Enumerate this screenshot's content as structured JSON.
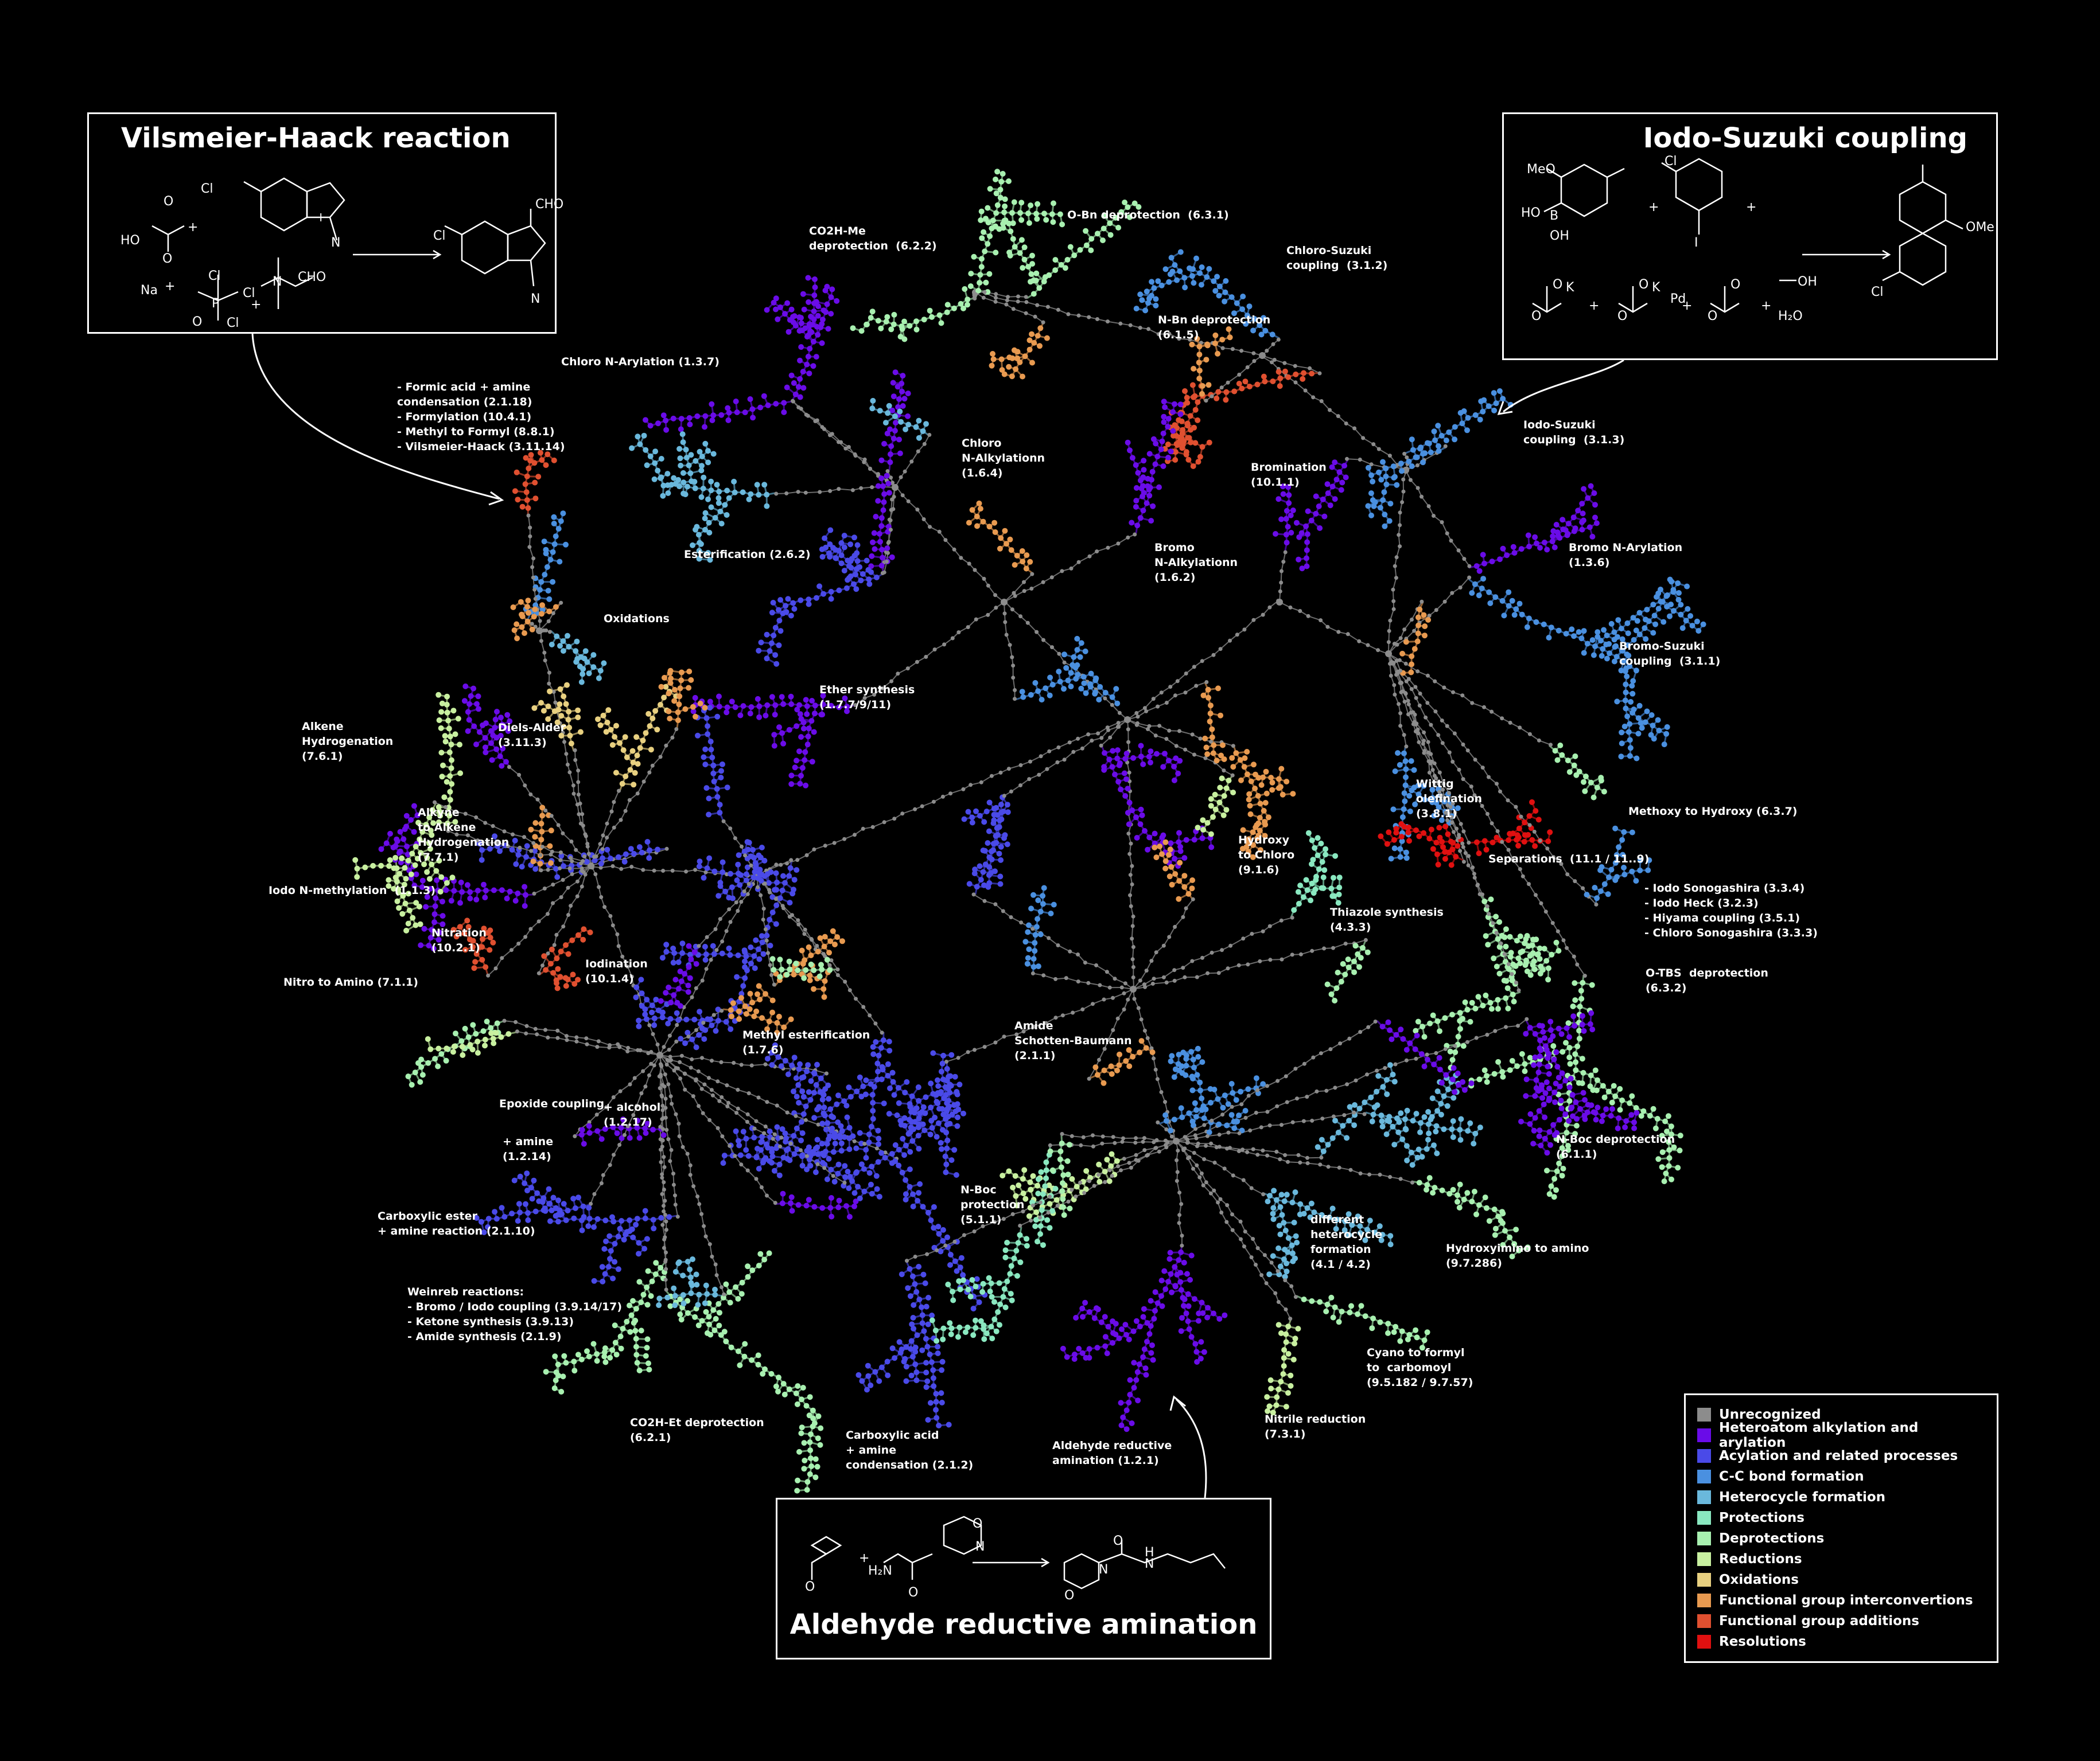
{
  "colors": {
    "unrecognized": "#8c8c8c",
    "heteroatom": "#6a0ce8",
    "acylation": "#4a4ae8",
    "cc_bond": "#4a90e0",
    "heterocycle": "#6ab8dc",
    "protections": "#8ae8c0",
    "deprotections": "#a8f0b0",
    "reductions": "#c8f0a0",
    "oxidations": "#e8d080",
    "fgi": "#e89a50",
    "fga": "#e05030",
    "resolutions": "#e01010"
  },
  "boxes": {
    "vilsmeier": {
      "title": "Vilsmeier-Haack reaction",
      "chem": [
        "Cl",
        "O",
        "HO",
        "O",
        "+",
        "+",
        "N",
        "Na",
        "+",
        "Cl",
        "P",
        "Cl",
        "Cl",
        "O",
        "+",
        "N",
        "CHO",
        "CHO",
        "Cl",
        "N"
      ]
    },
    "iodo_suzuki": {
      "title": "Iodo-Suzuki coupling",
      "chem": [
        "MeO",
        "HO",
        "B",
        "OH",
        "Cl",
        "I",
        "+",
        "+",
        "K",
        "K",
        "O",
        "O",
        "O",
        "O",
        "+",
        "+",
        "Pd",
        "O",
        "O",
        "+",
        "OH",
        "H₂O",
        "OMe",
        "Cl"
      ]
    },
    "aldehyde": {
      "title": "Aldehyde reductive amination",
      "chem": [
        "O",
        "+",
        "H₂N",
        "N",
        "O",
        "O",
        "O",
        "N",
        "O",
        "N",
        "H"
      ]
    }
  },
  "labels": [
    {
      "lines": [
        "CO2H-Me",
        "deprotection  (6.2.2)"
      ]
    },
    {
      "lines": [
        "O-Bn deprotection  (6.3.1)"
      ]
    },
    {
      "lines": [
        "Chloro-Suzuki",
        "coupling  (3.1.2)"
      ]
    },
    {
      "lines": [
        "N-Bn deprotection",
        "(6.1.5)"
      ]
    },
    {
      "lines": [
        "Chloro N-Arylation (1.3.7)"
      ]
    },
    {
      "lines": [
        "- Formic acid + amine",
        "condensation (2.1.18)",
        "- Formylation (10.4.1)",
        "- Methyl to Formyl (8.8.1)",
        "- Vilsmeier-Haack (3.11.14)"
      ]
    },
    {
      "lines": [
        "Chloro",
        "N-Alkylationn",
        "(1.6.4)"
      ]
    },
    {
      "lines": [
        "Iodo-Suzuki",
        "coupling  (3.1.3)"
      ]
    },
    {
      "lines": [
        "Bromination",
        "(10.1.1)"
      ]
    },
    {
      "lines": [
        "Esterification (2.6.2)"
      ]
    },
    {
      "lines": [
        "Bromo",
        "N-Alkylationn",
        "(1.6.2)"
      ]
    },
    {
      "lines": [
        "Bromo N-Arylation",
        "(1.3.6)"
      ]
    },
    {
      "lines": [
        "Oxidations"
      ]
    },
    {
      "lines": [
        "Bromo-Suzuki",
        "coupling  (3.1.1)"
      ]
    },
    {
      "lines": [
        "Ether synthesis",
        "(1.7.7/9/11)"
      ]
    },
    {
      "lines": [
        "Alkene",
        "Hydrogenation",
        "(7.6.1)"
      ]
    },
    {
      "lines": [
        "Diels-Alder",
        "(3.11.3)"
      ]
    },
    {
      "lines": [
        "Alkyne",
        "to Alkene",
        "Hydrogenation",
        "(7.7.1)"
      ]
    },
    {
      "lines": [
        "Wittig",
        "olefination",
        "(3.8.1)"
      ]
    },
    {
      "lines": [
        "Methoxy to Hydroxy (6.3.7)"
      ]
    },
    {
      "lines": [
        "Hydroxy",
        "to Chloro",
        "(9.1.6)"
      ]
    },
    {
      "lines": [
        "Separations  (11.1 / 11..9)"
      ]
    },
    {
      "lines": [
        "Iodo N-methylation  (1.1.3)"
      ]
    },
    {
      "lines": [
        "- Iodo Sonogashira (3.3.4)",
        "- Iodo Heck (3.2.3)",
        "- Hiyama coupling (3.5.1)",
        "- Chloro Sonogashira (3.3.3)"
      ]
    },
    {
      "lines": [
        "Thiazole synthesis",
        "(4.3.3)"
      ]
    },
    {
      "lines": [
        "Nitration",
        "(10.2.1)"
      ]
    },
    {
      "lines": [
        "O-TBS  deprotection",
        "(6.3.2)"
      ]
    },
    {
      "lines": [
        "Nitro to Amino (7.1.1)"
      ]
    },
    {
      "lines": [
        "Iodination",
        "(10.1.4)"
      ]
    },
    {
      "lines": [
        "Amide",
        "Schotten-Baumann",
        "(2.1.1)"
      ]
    },
    {
      "lines": [
        "Methyl esterification",
        "(1.7.6)"
      ]
    },
    {
      "lines": [
        "Epoxide coupling"
      ]
    },
    {
      "lines": [
        "+ alcohol",
        "(1.2.17)"
      ]
    },
    {
      "lines": [
        "+ amine",
        "(1.2.14)"
      ]
    },
    {
      "lines": [
        "N-Boc deprotection",
        "(6.1.1)"
      ]
    },
    {
      "lines": [
        "N-Boc",
        "protection",
        "(5.1.1)"
      ]
    },
    {
      "lines": [
        "Carboxylic ester",
        "+ amine reaction (2.1.10)"
      ]
    },
    {
      "lines": [
        "different",
        "heterocycle",
        "formation",
        "(4.1 / 4.2)"
      ]
    },
    {
      "lines": [
        "Hydroxyimino to amino",
        "(9.7.286)"
      ]
    },
    {
      "lines": [
        "Weinreb reactions:",
        "- Bromo / Iodo coupling (3.9.14/17)",
        "- Ketone synthesis (3.9.13)",
        "- Amide synthesis (2.1.9)"
      ]
    },
    {
      "lines": [
        "Cyano to formyl",
        "to  carbomoyl",
        "(9.5.182 / 9.7.57)"
      ]
    },
    {
      "lines": [
        "CO2H-Et deprotection",
        "(6.2.1)"
      ]
    },
    {
      "lines": [
        "Carboxylic acid",
        "+ amine",
        "condensation (2.1.2)"
      ]
    },
    {
      "lines": [
        "Aldehyde reductive",
        "amination (1.2.1)"
      ]
    },
    {
      "lines": [
        "Nitrile reduction",
        "(7.3.1)"
      ]
    }
  ],
  "legend": [
    {
      "label": "Unrecognized",
      "color": "#8c8c8c"
    },
    {
      "label": "Heteroatom alkylation and arylation",
      "color": "#6a0ce8"
    },
    {
      "label": "Acylation and related processes",
      "color": "#4a4ae8"
    },
    {
      "label": "C-C bond formation",
      "color": "#4a90e0"
    },
    {
      "label": "Heterocycle formation",
      "color": "#6ab8dc"
    },
    {
      "label": "Protections",
      "color": "#8ae8c0"
    },
    {
      "label": "Deprotections",
      "color": "#a8f0b0"
    },
    {
      "label": "Reductions",
      "color": "#c8f0a0"
    },
    {
      "label": "Oxidations",
      "color": "#e8d080"
    },
    {
      "label": "Functional group interconvertions",
      "color": "#e89a50"
    },
    {
      "label": "Functional group additions",
      "color": "#e05030"
    },
    {
      "label": "Resolutions",
      "color": "#e01010"
    }
  ]
}
